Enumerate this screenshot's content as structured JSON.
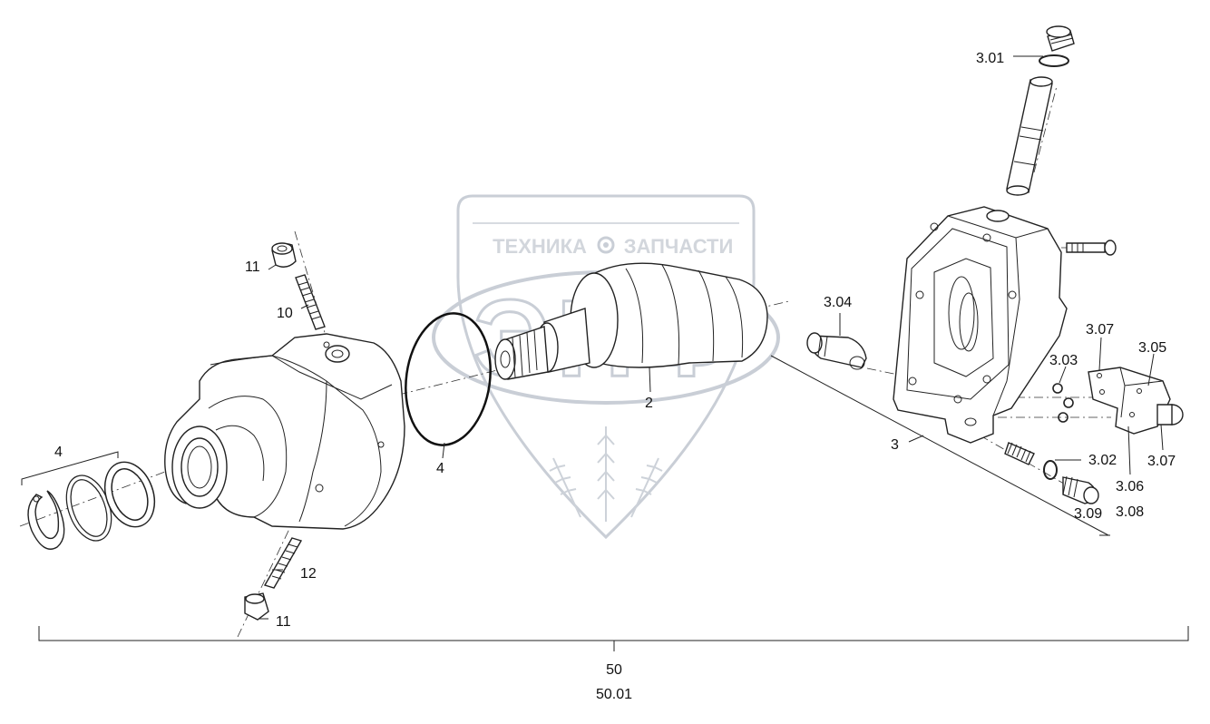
{
  "watermark": {
    "brand_left": "ТЕХНИКА",
    "brand_right": "ЗАПЧАСТИ",
    "logo_letters": "ЭПФ"
  },
  "labels": {
    "p3_01": "3.01",
    "p3_04": "3.04",
    "p3_07_top": "3.07",
    "p3_05": "3.05",
    "p3_03": "3.03",
    "p2": "2",
    "p3": "3",
    "p3_02": "3.02",
    "p3_07_bottom": "3.07",
    "p3_06": "3.06",
    "p3_08": "3.08",
    "p3_09": "3.09",
    "p11_top": "11",
    "p10": "10",
    "p4_ring": "4",
    "p4_group": "4",
    "p12": "12",
    "p11_bottom": "11",
    "assembly": "50",
    "assembly_variant": "50.01"
  }
}
